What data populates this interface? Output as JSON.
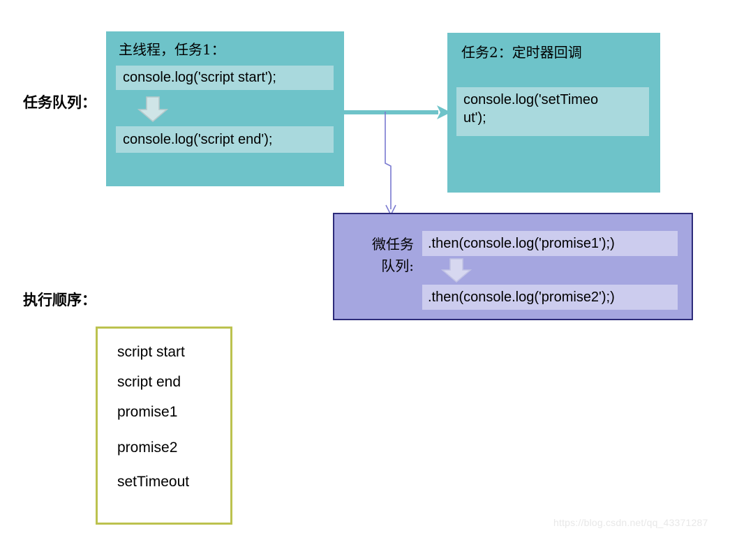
{
  "diagram": {
    "title_labels": {
      "task_queue": "任务队列：",
      "execution_order": "执行顺序："
    },
    "colors": {
      "task_box_fill": "#6ec3c9",
      "task_chip_fill": "#a9d9dd",
      "micro_box_fill": "#a5a6e0",
      "micro_box_border": "#2d2b7a",
      "micro_chip_fill": "#ccccee",
      "order_box_border": "#bcc24f",
      "teal_connector": "#6ec3c9",
      "purple_connector": "#7a7ad0",
      "watermark": "#e8e8e8"
    },
    "task1_box": {
      "title": "主线程，任务1：",
      "statements": [
        "console.log('script start');",
        "console.log('script end');"
      ],
      "arrow_icon": "down-block-arrow"
    },
    "task2_box": {
      "title": "任务2：定时器回调",
      "statements": [
        "console.log('setTimeo\nut');"
      ]
    },
    "microtask_box": {
      "label_line1": "微任务",
      "label_line2": "队列:",
      "statements": [
        ".then(console.log('promise1');)",
        ".then(console.log('promise2');)"
      ],
      "arrow_icon": "down-block-arrow"
    },
    "execution_order_box": {
      "items": [
        "script start",
        " script end",
        "promise1",
        "promise2",
        "setTimeout"
      ]
    },
    "connectors": [
      {
        "name": "task1-to-task2",
        "icon": "right-arrow",
        "color": "#6ec3c9"
      },
      {
        "name": "task1-to-microtask",
        "icon": "down-arrow",
        "color": "#7a7ad0"
      }
    ],
    "watermark": "https://blog.csdn.net/qq_43371287"
  }
}
